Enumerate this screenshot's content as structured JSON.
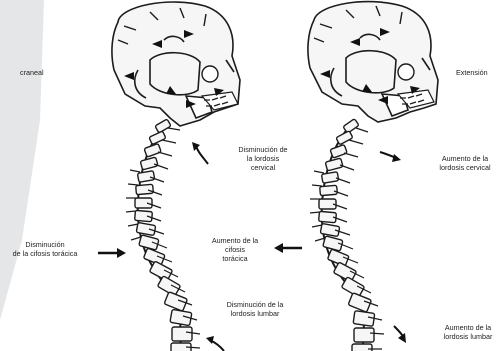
{
  "colors": {
    "bone_stroke": "#1c1c1c",
    "bone_fill": "#f6f6f6",
    "panel": "#e4e6e7",
    "arrow": "#111111",
    "text": "#222222"
  },
  "left_figure": {
    "top_label": "craneal",
    "labels": {
      "cervical": [
        "Disminución de",
        "la lordosis",
        "cervical"
      ],
      "thoracic_left": [
        "Disminución",
        "de la cifosis torácica"
      ],
      "thoracic_right": [
        "Aumento de la",
        "cifosis",
        "torácica"
      ],
      "lumbar": [
        "Disminución de la",
        "lordosis lumbar"
      ]
    }
  },
  "right_figure": {
    "top_label": "Extensión",
    "labels": {
      "cervical": [
        "Aumento de la",
        "lordosis cervical"
      ],
      "lumbar": [
        "Aumento de la",
        "lordosis lumbar"
      ]
    }
  },
  "icons": [
    "skull",
    "spine",
    "arrow"
  ]
}
